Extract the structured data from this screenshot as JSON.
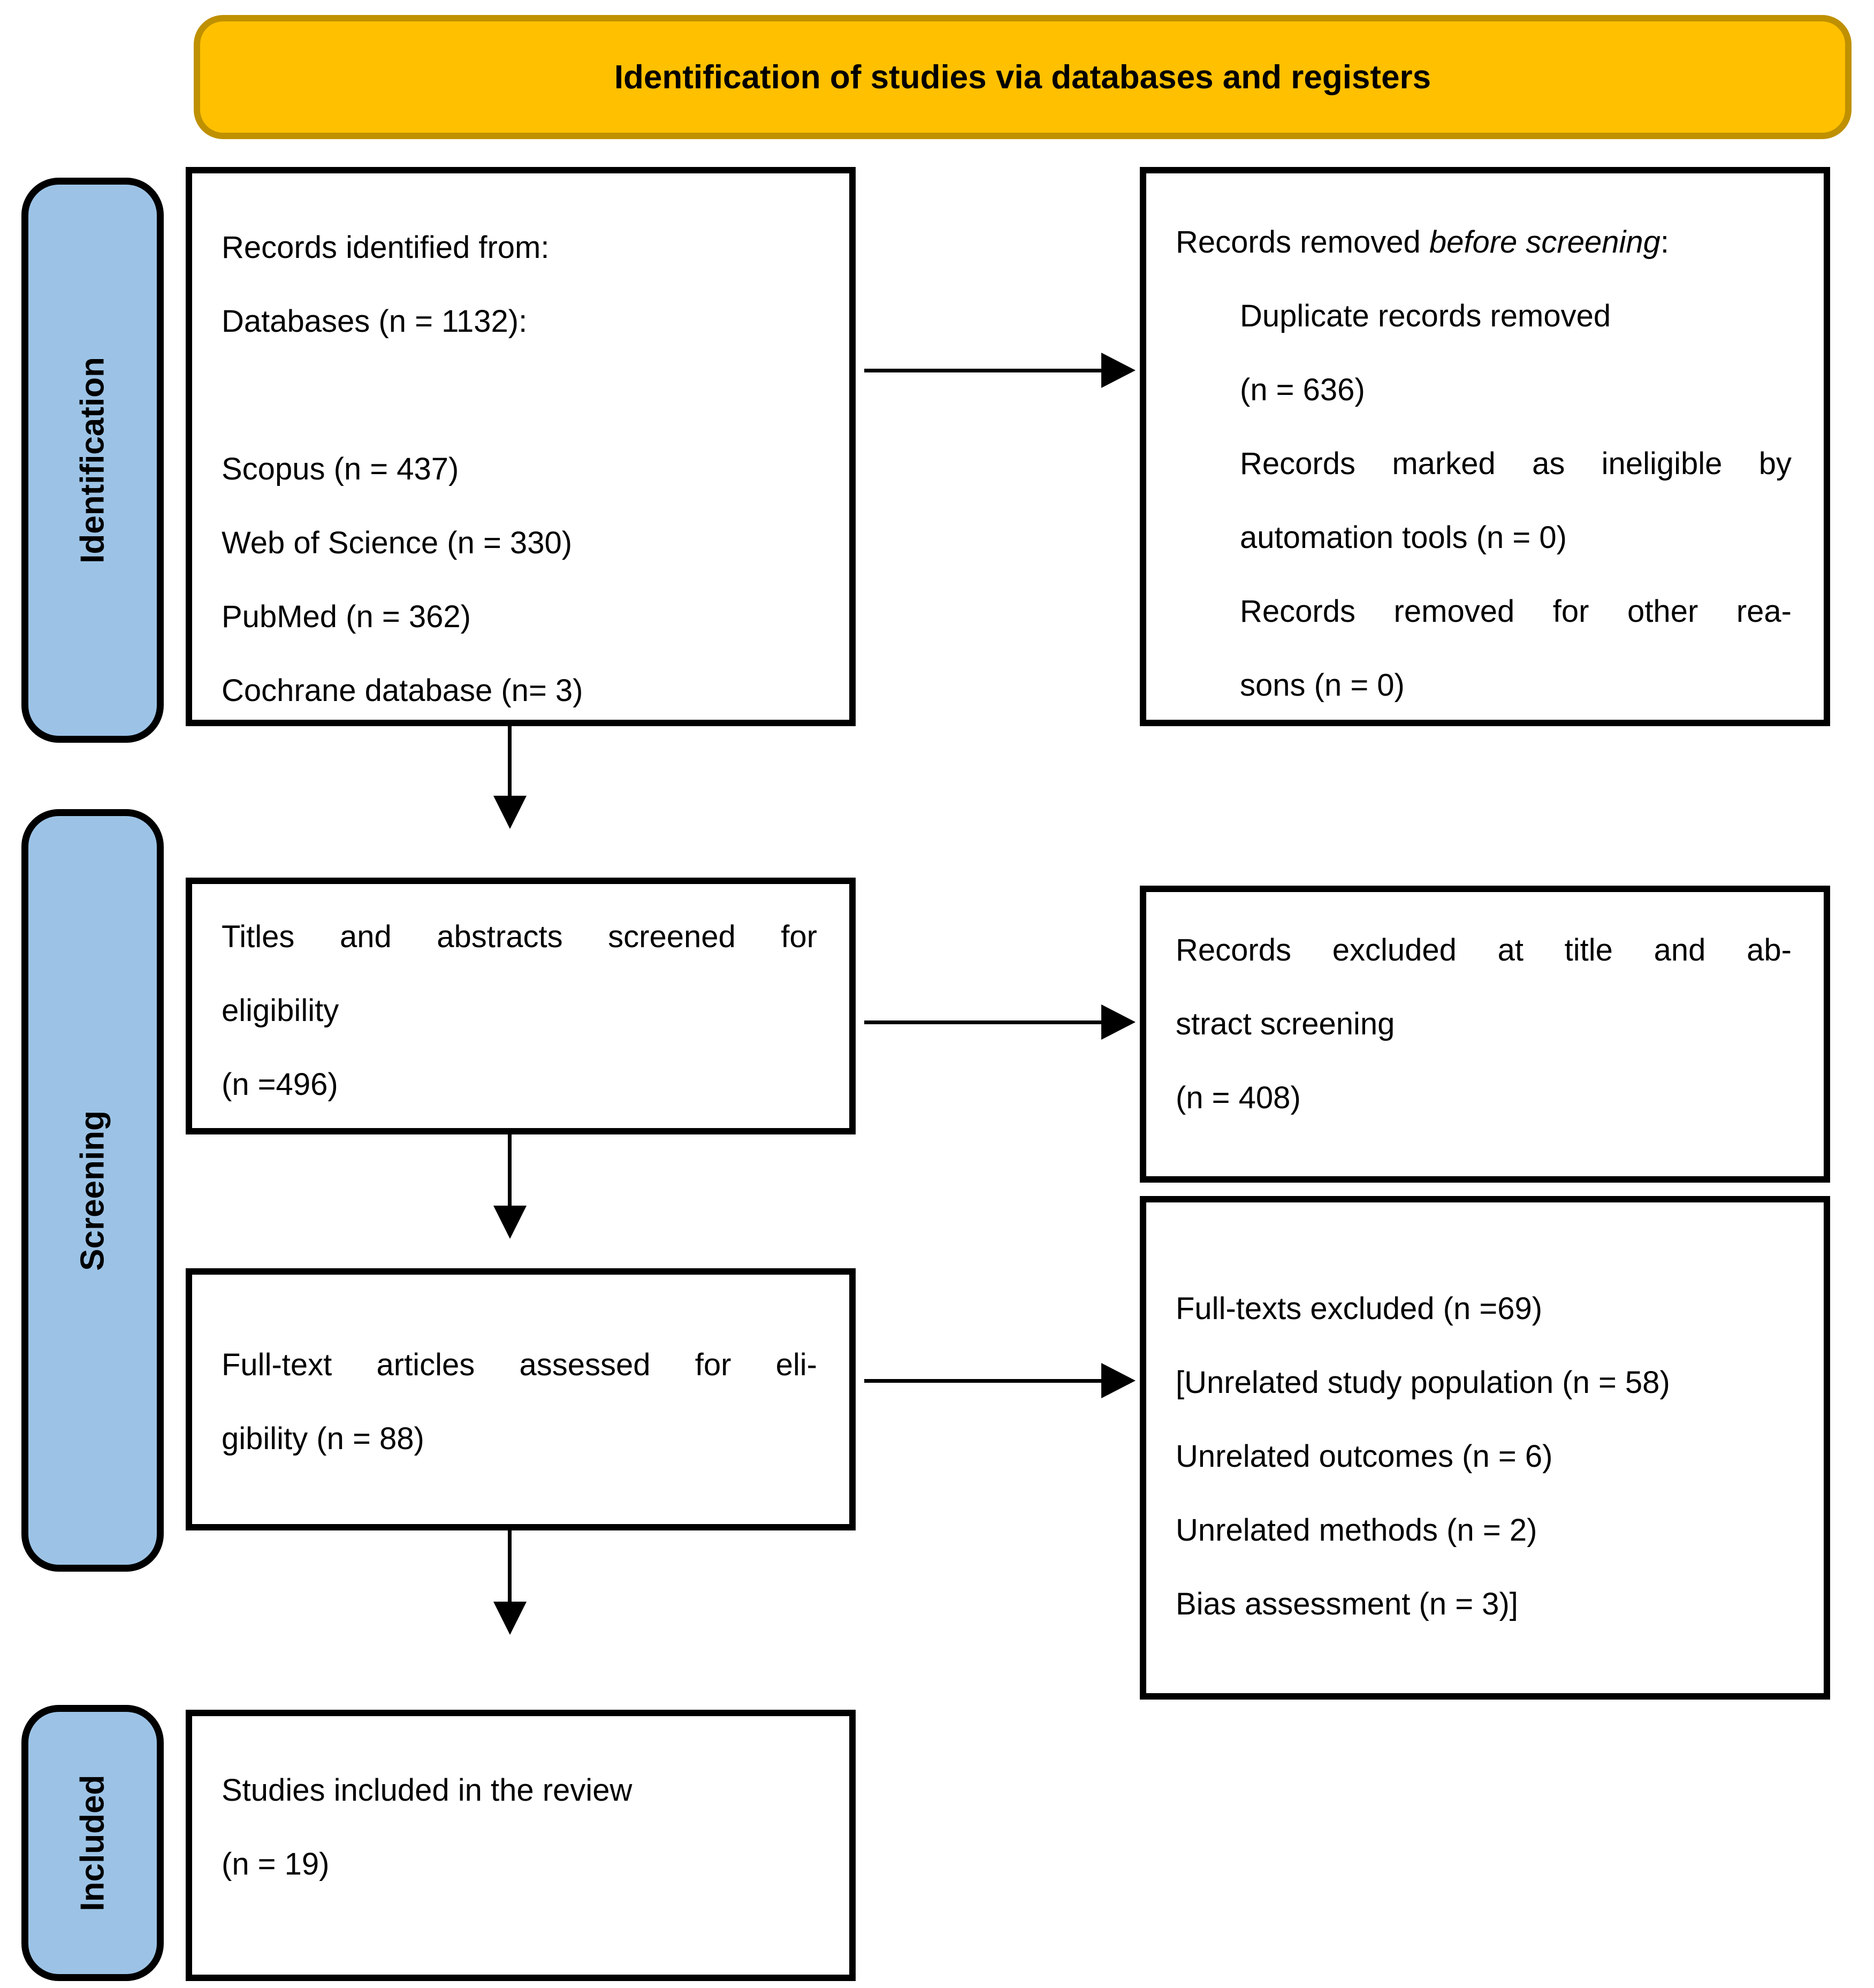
{
  "banner": {
    "label": "Identification of studies via databases and registers"
  },
  "colors": {
    "banner_fill": "#FFC000",
    "banner_border": "#BF9000",
    "stage_fill": "#9CC3E6",
    "box_border": "#000000",
    "text": "#000000",
    "background": "#FFFFFF"
  },
  "stages": [
    {
      "label": "Identification"
    },
    {
      "label": "Screening"
    },
    {
      "label": "Included"
    }
  ],
  "boxes": [
    {
      "id": "records-identified",
      "lines": [
        {
          "segments": [
            {
              "text": "Records identified from:"
            }
          ]
        },
        {
          "segments": [
            {
              "text": "Databases (n = 1132):"
            }
          ]
        },
        {
          "blank": true
        },
        {
          "segments": [
            {
              "text": "Scopus (n = 437)"
            }
          ]
        },
        {
          "segments": [
            {
              "text": "Web of Science (n = 330)"
            }
          ]
        },
        {
          "segments": [
            {
              "text": "PubMed (n = 362)"
            }
          ]
        },
        {
          "segments": [
            {
              "text": "Cochrane database (n= 3)"
            }
          ]
        }
      ]
    },
    {
      "id": "records-removed",
      "lines": [
        {
          "segments": [
            {
              "text": "Records removed "
            },
            {
              "text": "before screening",
              "italic": true
            },
            {
              "text": ":"
            }
          ]
        },
        {
          "indent": true,
          "segments": [
            {
              "text": "Duplicate records removed"
            }
          ]
        },
        {
          "indent": true,
          "segments": [
            {
              "text": "(n = 636)"
            }
          ]
        },
        {
          "indent": true,
          "stretch": true,
          "segments": [
            {
              "text": "Records marked as ineligible by"
            }
          ]
        },
        {
          "indent": true,
          "segments": [
            {
              "text": "automation tools (n = 0)"
            }
          ]
        },
        {
          "indent": true,
          "stretch": true,
          "segments": [
            {
              "text": "Records removed for other rea-"
            }
          ]
        },
        {
          "indent": true,
          "segments": [
            {
              "text": "sons (n = 0)"
            }
          ]
        }
      ]
    },
    {
      "id": "titles-screened",
      "lines": [
        {
          "stretch": true,
          "segments": [
            {
              "text": "Titles and abstracts screened for"
            }
          ]
        },
        {
          "segments": [
            {
              "text": "eligibility"
            }
          ]
        },
        {
          "segments": [
            {
              "text": "(n =496)"
            }
          ]
        }
      ]
    },
    {
      "id": "records-excluded",
      "lines": [
        {
          "stretch": true,
          "segments": [
            {
              "text": "Records excluded at title and ab-"
            }
          ]
        },
        {
          "segments": [
            {
              "text": "stract screening"
            }
          ]
        },
        {
          "segments": [
            {
              "text": "(n = 408)"
            }
          ]
        }
      ]
    },
    {
      "id": "fulltext-assessed",
      "lines": [
        {
          "stretch": true,
          "segments": [
            {
              "text": "Full-text articles assessed for eli-"
            }
          ]
        },
        {
          "segments": [
            {
              "text": "gibility (n = 88)"
            }
          ]
        }
      ]
    },
    {
      "id": "fulltext-excluded",
      "lines": [
        {
          "segments": [
            {
              "text": "Full-texts excluded (n =69)"
            }
          ]
        },
        {
          "segments": [
            {
              "text": "[Unrelated study population (n = 58)"
            }
          ]
        },
        {
          "segments": [
            {
              "text": "Unrelated outcomes (n = 6)"
            }
          ]
        },
        {
          "segments": [
            {
              "text": "Unrelated methods (n = 2)"
            }
          ]
        },
        {
          "segments": [
            {
              "text": "Bias assessment (n = 3)]"
            }
          ]
        }
      ]
    },
    {
      "id": "studies-included",
      "lines": [
        {
          "segments": [
            {
              "text": "Studies included in the review"
            }
          ]
        },
        {
          "segments": [
            {
              "text": "(n = 19)"
            }
          ]
        }
      ]
    }
  ]
}
